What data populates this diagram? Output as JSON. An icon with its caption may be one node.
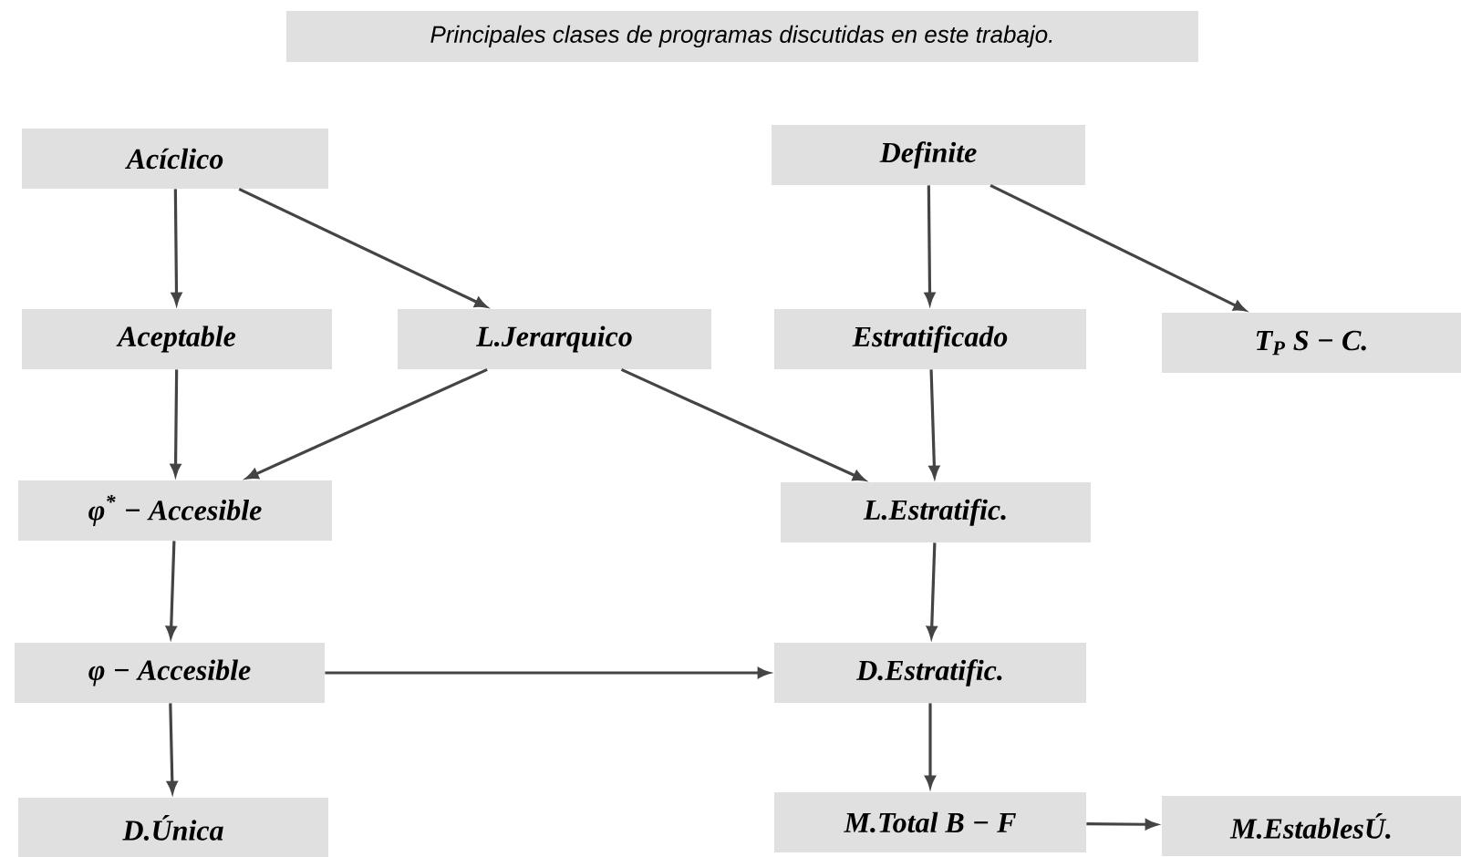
{
  "diagram": {
    "title": "Principales clases de programas discutidas en este trabajo.",
    "nodes": [
      {
        "text": [
          "Acíclico"
        ]
      },
      {
        "text": [
          "Aceptable"
        ]
      },
      {
        "text": [
          "L.Jerarquico"
        ]
      },
      {
        "text": [
          "φ$^{*}$ − Accesible"
        ]
      },
      {
        "text": [
          "φ − Accesible"
        ]
      },
      {
        "text": [
          "D.Única"
        ]
      },
      {
        "text": [
          "Definite"
        ]
      },
      {
        "text": [
          "Estratificado"
        ]
      },
      {
        "text": [
          "T$_{P}$ S − C."
        ]
      },
      {
        "text": [
          "L.Estratific."
        ]
      },
      {
        "text": [
          "D.Estratific."
        ]
      },
      {
        "text": [
          "M.Total B − F"
        ]
      },
      {
        "text": [
          "M.EstablesÚ."
        ]
      }
    ],
    "edges": [
      {
        "from": 0,
        "to": 1,
        "arrow": "to"
      },
      {
        "from": 0,
        "to": 2,
        "arrow": "to"
      },
      {
        "from": 1,
        "to": 3,
        "arrow": "to"
      },
      {
        "from": 2,
        "to": 3,
        "arrow": "to"
      },
      {
        "from": 2,
        "to": 9,
        "arrow": "to"
      },
      {
        "from": 3,
        "to": 4,
        "arrow": "to"
      },
      {
        "from": 4,
        "to": 5,
        "arrow": "to"
      },
      {
        "from": 4,
        "to": 10,
        "arrow": "to"
      },
      {
        "from": 6,
        "to": 7,
        "arrow": "to"
      },
      {
        "from": 6,
        "to": 8,
        "arrow": "to"
      },
      {
        "from": 7,
        "to": 9,
        "arrow": "to"
      },
      {
        "from": 9,
        "to": 10,
        "arrow": "to"
      },
      {
        "from": 10,
        "to": 11,
        "arrow": "to"
      },
      {
        "from": 11,
        "to": 12,
        "arrow": "to"
      }
    ]
  }
}
